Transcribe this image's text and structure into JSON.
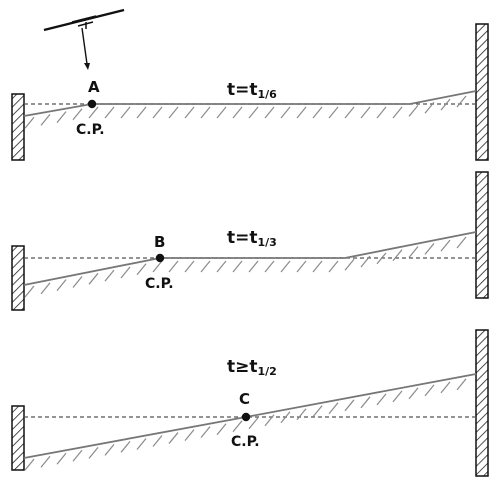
{
  "panels": [
    {
      "time_base": "t=t",
      "time_sub": "1/6",
      "point_label": "A",
      "cp_label": "C.P."
    },
    {
      "time_base": "t=t",
      "time_sub": "1/3",
      "point_label": "B",
      "cp_label": "C.P."
    },
    {
      "time_base": "t≥t",
      "time_sub": "1/2",
      "point_label": "C",
      "cp_label": "C.P."
    }
  ],
  "colors": {
    "ink": "#111111",
    "line": "#666666",
    "hatch": "#8a8a8a"
  },
  "icons": {
    "light_source": "pendant-lamp-icon",
    "support": "hatched-wall-icon"
  }
}
